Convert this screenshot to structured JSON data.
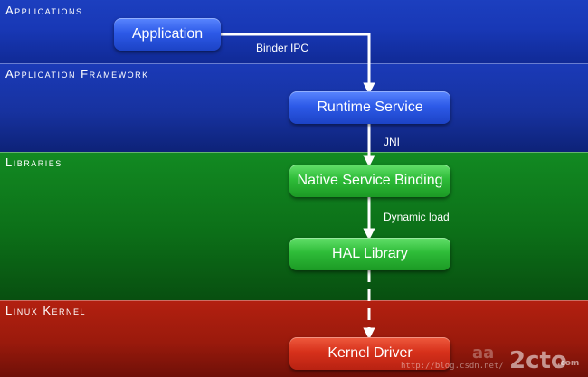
{
  "layers": {
    "applications": "Applications",
    "framework": "Application Framework",
    "libraries": "Libraries",
    "kernel": "Linux Kernel"
  },
  "nodes": {
    "application": "Application",
    "runtime_service": "Runtime Service",
    "native_service_binding": "Native Service Binding",
    "hal_library": "HAL Library",
    "kernel_driver": "Kernel Driver"
  },
  "edges": {
    "binder_ipc": "Binder IPC",
    "jni": "JNI",
    "dynamic_load": "Dynamic load"
  },
  "watermark": {
    "url": "http://blog.csdn.net/",
    "logo": "2cto",
    "logo_prefix": "aa",
    "logo_suffix": ".com"
  },
  "colors": {
    "applications_layer": "#1838b6",
    "framework_layer": "#17329f",
    "libraries_layer": "#0c6f18",
    "kernel_layer": "#9a1a0c",
    "blue_box": "#2d5ae8",
    "green_box": "#2ebc38",
    "red_box": "#d7311b",
    "arrow": "#ffffff"
  }
}
